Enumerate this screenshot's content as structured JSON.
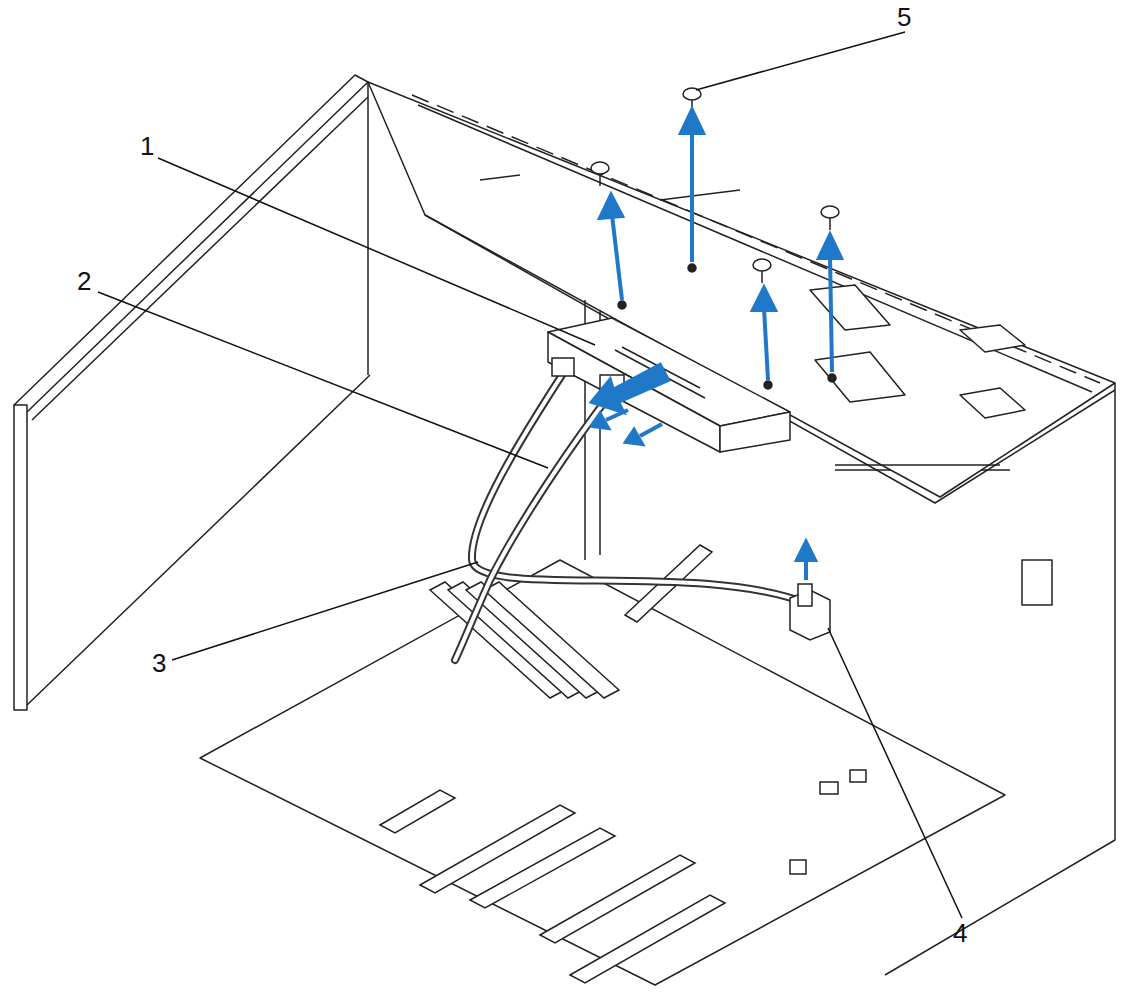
{
  "diagram": {
    "labels": [
      "5",
      "1",
      "2",
      "3",
      "4"
    ]
  }
}
